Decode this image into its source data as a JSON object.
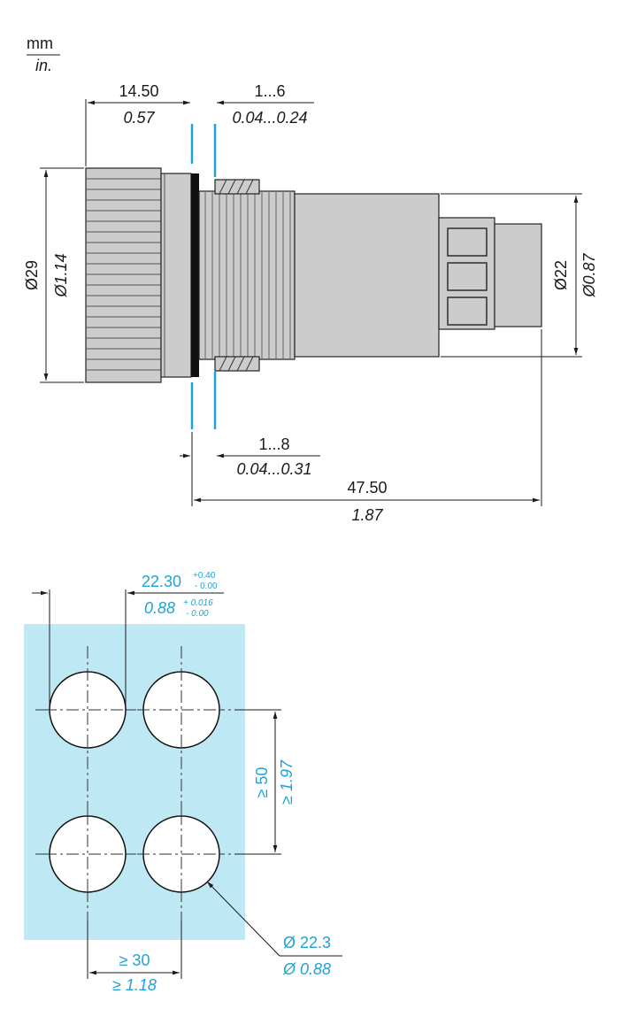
{
  "units": {
    "top": "mm",
    "bottom": "in."
  },
  "dimensions": {
    "flange_width": {
      "mm": "14.50",
      "in": "0.57"
    },
    "panel_thickness": {
      "mm": "1...6",
      "in": "0.04...0.24"
    },
    "body_diameter": {
      "mm": "Ø29",
      "in": "Ø1.14"
    },
    "rear_diameter": {
      "mm": "Ø22",
      "in": "Ø0.87"
    },
    "nut_gap": {
      "mm": "1...8",
      "in": "0.04...0.31"
    },
    "depth": {
      "mm": "47.50",
      "in": "1.87"
    }
  },
  "cutout": {
    "hole_width": {
      "mm": "22.30",
      "mm_tol_plus": "+0.40",
      "mm_tol_minus": "- 0.00",
      "in": "0.88",
      "in_tol_plus": "+ 0.016",
      "in_tol_minus": "- 0.00"
    },
    "vertical_pitch": {
      "mm": "≥ 50",
      "in": "≥ 1.97"
    },
    "horizontal_pitch": {
      "mm": "≥ 30",
      "in": "≥ 1.18"
    },
    "hole_diameter": {
      "mm": "Ø 22.3",
      "in": "Ø 0.88"
    }
  },
  "colors": {
    "panel": "#bfe8f5",
    "accent": "#1fa2d6",
    "line": "#1a1a1a",
    "part_fill": "#cccccc"
  }
}
